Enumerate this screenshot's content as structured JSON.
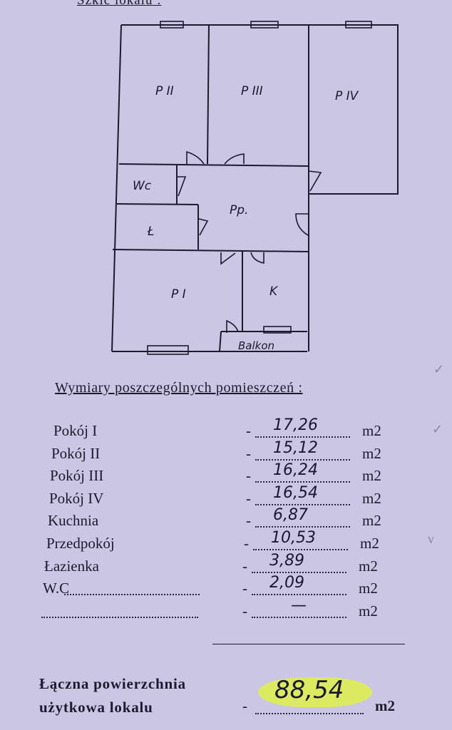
{
  "sketch": {
    "title": "Szkic lokalu :",
    "rooms": {
      "p2": "P II",
      "p3": "P III",
      "p4": "P IV",
      "wc": "Wc",
      "bath": "Ł",
      "hall": "Pp.",
      "p1": "P I",
      "kitchen": "K",
      "balcony": "Balkon"
    }
  },
  "dimensions": {
    "heading": "Wymiary poszczególnych pomieszczeń :",
    "rows": [
      {
        "label": "Pokój  I",
        "value": "17,26",
        "unit": "m2"
      },
      {
        "label": "Pokój  II",
        "value": "15,12",
        "unit": "m2"
      },
      {
        "label": "Pokój  III",
        "value": "16,24",
        "unit": "m2"
      },
      {
        "label": "Pokój  IV",
        "value": "16,54",
        "unit": "m2"
      },
      {
        "label": "Kuchnia",
        "value": "6,87",
        "unit": "m2"
      },
      {
        "label": "Przedpokój",
        "value": "10,53",
        "unit": "m2"
      },
      {
        "label": "Łazienka",
        "value": "3,89",
        "unit": "m2"
      },
      {
        "label": "W.C",
        "value": "2,09",
        "unit": "m2"
      },
      {
        "label": "",
        "value": "—",
        "unit": "m2"
      }
    ],
    "checkmarks": [
      "✓",
      "✓",
      "v"
    ]
  },
  "total": {
    "label_line1": "Łączna  powierzchnia",
    "label_line2": "użytkowa  lokalu",
    "value": "88,54",
    "unit": "m2",
    "highlight_color": "#dff04a"
  }
}
